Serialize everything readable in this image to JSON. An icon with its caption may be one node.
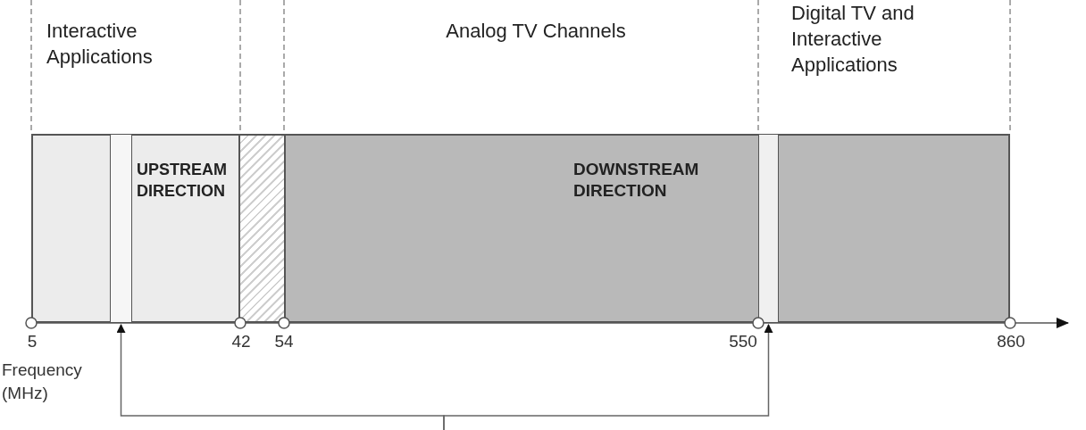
{
  "diagram": {
    "nodes": [
      {
        "text": [
          "Interactive Applications"
        ]
      },
      {
        "text": [
          "Analog TV Channels"
        ]
      },
      {
        "text": [
          "Digital TV and Interactive Applications"
        ]
      },
      {
        "text": [
          "UPSTREAM DIRECTION"
        ]
      },
      {
        "text": [],
        "shape": "bar",
        "in": 3
      },
      {
        "text": [],
        "shape": "box"
      },
      {
        "text": [
          "DOWNSTREAM DIRECTION"
        ]
      },
      {
        "text": [],
        "shape": "bar",
        "in": 6
      }
    ],
    "edges": [
      {
        "from": null,
        "to": 4,
        "arrow": "to"
      },
      {
        "from": null,
        "to": 7,
        "arrow": "to"
      }
    ],
    "labels": [
      "5",
      "42",
      "54",
      "550",
      "860",
      "Frequency (MHz)"
    ]
  }
}
